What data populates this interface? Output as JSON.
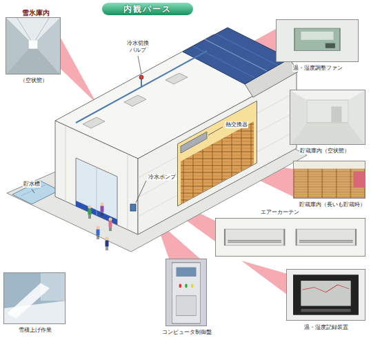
{
  "diagram": {
    "title": "内観パース",
    "nodes": [
      {
        "text": [
          "雪氷庫内",
          "（空状態）"
        ]
      },
      {
        "text": [
          "温・湿度調整ファン"
        ]
      },
      {
        "text": [
          "貯蔵庫内（空状態）"
        ]
      },
      {
        "text": [
          "貯蔵庫内（長いも貯蔵時）"
        ]
      },
      {
        "text": [
          "エアーカーテン"
        ]
      },
      {
        "text": [
          "雪積上げ作業"
        ]
      },
      {
        "text": [
          "コンピュータ制御盤"
        ]
      },
      {
        "text": [
          "温・湿度記録装置"
        ]
      }
    ],
    "labels": [
      "冷水切換 バルブ",
      "熱交換器",
      "貯水槽",
      "冷水ポンプ"
    ]
  }
}
